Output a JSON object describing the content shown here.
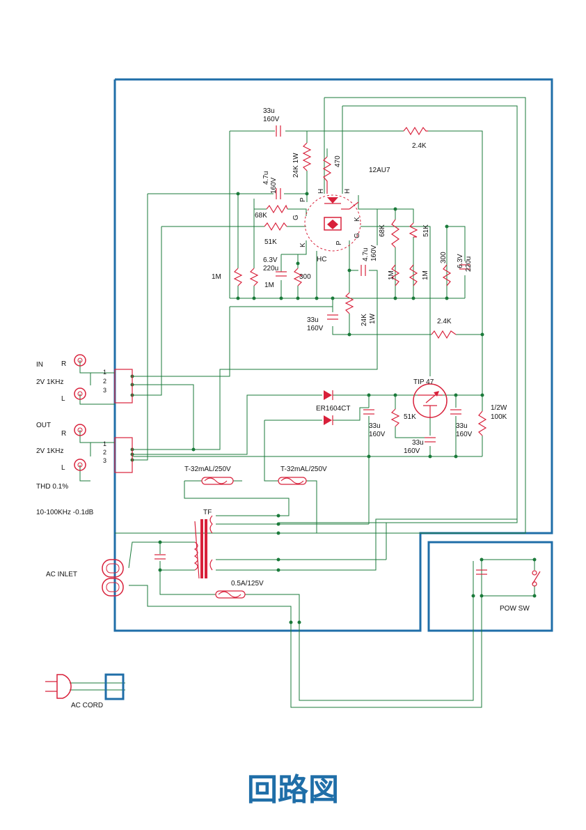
{
  "colors": {
    "wire": "#1a7a3a",
    "component": "#d8203a",
    "enclosure": "#1f6ea8",
    "title": "#1f6ea8"
  },
  "title": "回路図",
  "labels": {
    "c_top_33u": "33u",
    "c_top_160v": "160V",
    "r_top_2_4k": "2.4K",
    "r_24k_1w": "24K 1W",
    "r_470": "470",
    "tube": "12AU7",
    "c_47u": "4.7u",
    "c_47u_v": "160V",
    "r_68k": "68K",
    "r_51k": "51K",
    "pin_h1": "H",
    "pin_p1": "P",
    "pin_g1": "G",
    "pin_k1": "K",
    "pin_h2": "H",
    "pin_k2": "K",
    "pin_g2": "G",
    "pin_p2": "P",
    "hc": "HC",
    "c_220u_v": "6.3V",
    "c_220u": "220u",
    "r_1m_a": "1M",
    "r_1m_b": "1M",
    "r_300_a": "300",
    "c2_47u": "4.7u",
    "c2_47u_v": "160V",
    "r_68k_b": "68K",
    "r_51k_b": "51K",
    "r_1m_c": "1M",
    "r_1m_d": "1M",
    "r_300_b": "300",
    "c_220u_b_v": "6.3V",
    "c_220u_b": "220u",
    "c_33u_mid": "33u",
    "c_33u_mid_v": "160V",
    "r_24k_1w_b": "24K",
    "r_24k_1w_b2": "1W",
    "r_2_4k_mid": "2.4K",
    "in": "IN",
    "in_r": "R",
    "in_level": "2V 1KHz",
    "in_l": "L",
    "out": "OUT",
    "out_r": "R",
    "out_level": "2V 1KHz",
    "out_l": "L",
    "thd": "THD 0.1%",
    "freq": "10-100KHz  -0.1dB",
    "pin1a": "1",
    "pin2a": "2",
    "pin3a": "3",
    "pin1b": "1",
    "pin2b": "2",
    "pin3b": "3",
    "diode": "ER1604CT",
    "tip": "TIP 47",
    "r_51k_c": "51K",
    "c_33u_a": "33u",
    "c_33u_a_v": "160V",
    "c_33u_b": "33u",
    "c_33u_b_v": "160V",
    "c_33u_c": "33u",
    "c_33u_c_v": "160V",
    "r_100k_w": "1/2W",
    "r_100k": "100K",
    "fuse_a": "T-32mAL/250V",
    "fuse_b": "T-32mAL/250V",
    "fuse_c": "0.5A/125V",
    "tf": "TF",
    "ac_inlet": "AC INLET",
    "pow_sw": "POW SW",
    "ac_cord": "AC CORD"
  }
}
